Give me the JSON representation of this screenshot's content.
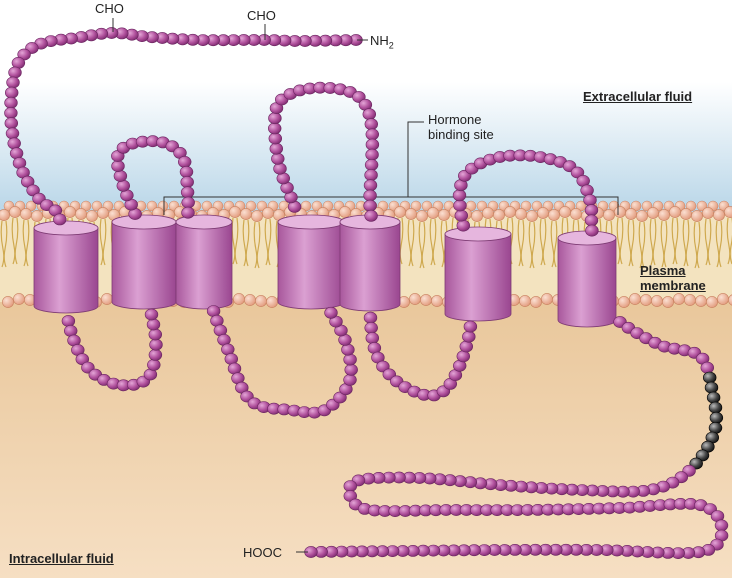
{
  "labels": {
    "extracellular": "Extracellular fluid",
    "intracellular": "Intracellular fluid",
    "plasma_line1": "Plasma",
    "plasma_line2": "membrane",
    "hormone_line1": "Hormone",
    "hormone_line2": "binding site",
    "cho_1": "CHO",
    "cho_2": "CHO",
    "nh2_main": "NH",
    "nh2_sub": "2",
    "hooc": "HOOC"
  },
  "colors": {
    "extracellular_top": "#ffffff",
    "extracellular_bottom": "#b9d6e8",
    "intracellular_top": "#e9c79b",
    "intracellular_bottom": "#f6dfc3",
    "bead": "#b0509c",
    "bead_dark": "#7d2c6f",
    "bead_highlight": "#e4a6d7",
    "phospho_bead": "#444444",
    "lipid_head": "#f0b9a0",
    "lipid_tail": "#d8b766",
    "cylinder": "#c277b6"
  }
}
